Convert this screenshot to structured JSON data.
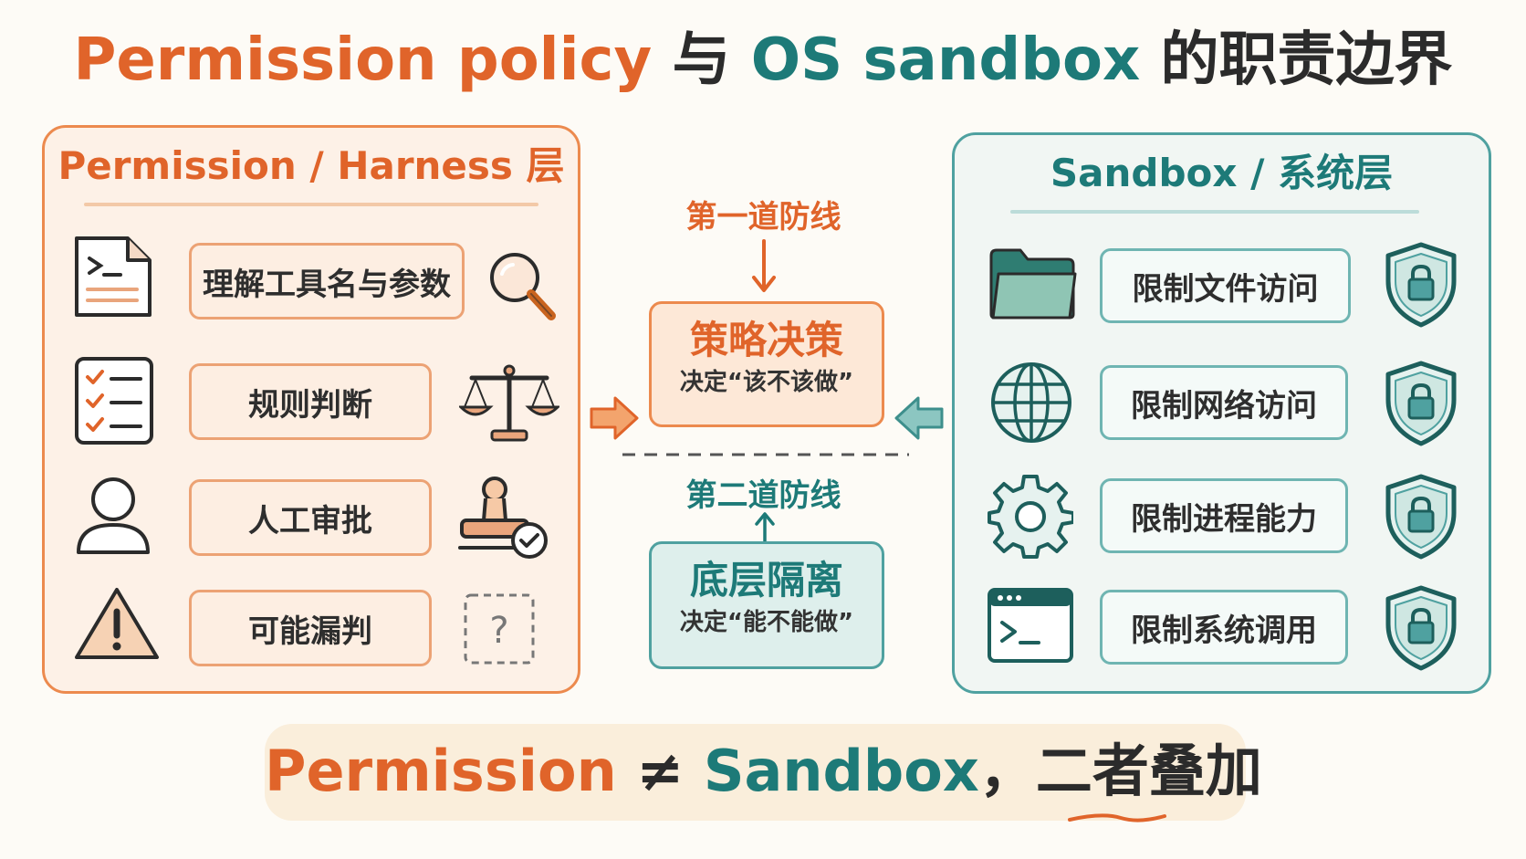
{
  "title": {
    "part1": "Permission policy",
    "part2": "与",
    "part3": "OS sandbox",
    "part4": "的职责边界"
  },
  "left_panel": {
    "heading": "Permission / Harness 层",
    "rows": [
      {
        "label": "理解工具名与参数"
      },
      {
        "label": "规则判断"
      },
      {
        "label": "人工审批"
      },
      {
        "label": "可能漏判"
      }
    ]
  },
  "right_panel": {
    "heading": "Sandbox / 系统层",
    "rows": [
      {
        "label": "限制文件访问"
      },
      {
        "label": "限制网络访问"
      },
      {
        "label": "限制进程能力"
      },
      {
        "label": "限制系统调用"
      }
    ]
  },
  "center": {
    "first_line_label": "第一道防线",
    "policy_box": {
      "title": "策略决策",
      "subtitle": "决定“该不该做”"
    },
    "second_line_label": "第二道防线",
    "isolation_box": {
      "title": "底层隔离",
      "subtitle": "决定“能不能做”"
    }
  },
  "footer": {
    "part1": "Permission",
    "part2": "≠",
    "part3": "Sandbox",
    "part4": "，二者叠加"
  },
  "colors": {
    "orange": "#e0642a",
    "teal": "#1d7a78",
    "dark": "#2b2b2b"
  }
}
